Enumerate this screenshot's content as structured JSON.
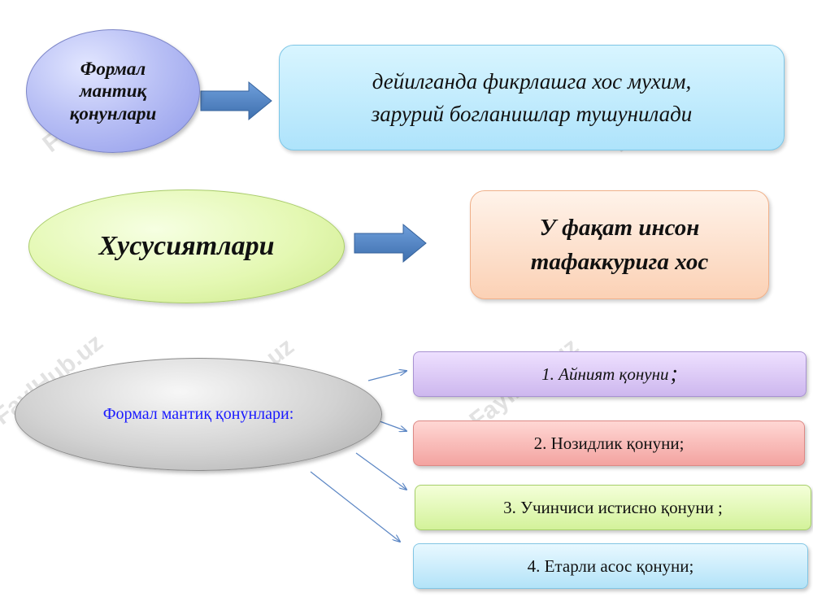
{
  "row1": {
    "oval_lines": [
      "Формал",
      "мантиқ",
      "қонунлари"
    ],
    "box_lines": [
      "дейилганда фикрлашга хос мухим,",
      "зарурий богланишлар тушунилади"
    ],
    "colors": {
      "oval": "#b9c0f5",
      "box": "#aee3fb",
      "arrow": "#4f7fbf"
    }
  },
  "row2": {
    "oval_text": "Хусусиятлари",
    "box_lines": [
      "У фақат инсон",
      "тафаккурига хос"
    ],
    "colors": {
      "oval": "#e4f8b3",
      "box": "#fbd1b5"
    }
  },
  "row3": {
    "oval_text": "Формал мантиқ қонунлари:",
    "laws": [
      {
        "text": "1. Айният қонуни",
        "suffix": ";",
        "color": "#cdb7ee"
      },
      {
        "text": "2. Нозидлик қонуни;",
        "color": "#f3a3a0"
      },
      {
        "text": "3. Учинчиси истисно қонуни ;",
        "color": "#d3f29a"
      },
      {
        "text": "4. Етарли асос қонуни;",
        "color": "#b3e3f8"
      }
    ]
  },
  "watermark": "FaylHub.uz"
}
